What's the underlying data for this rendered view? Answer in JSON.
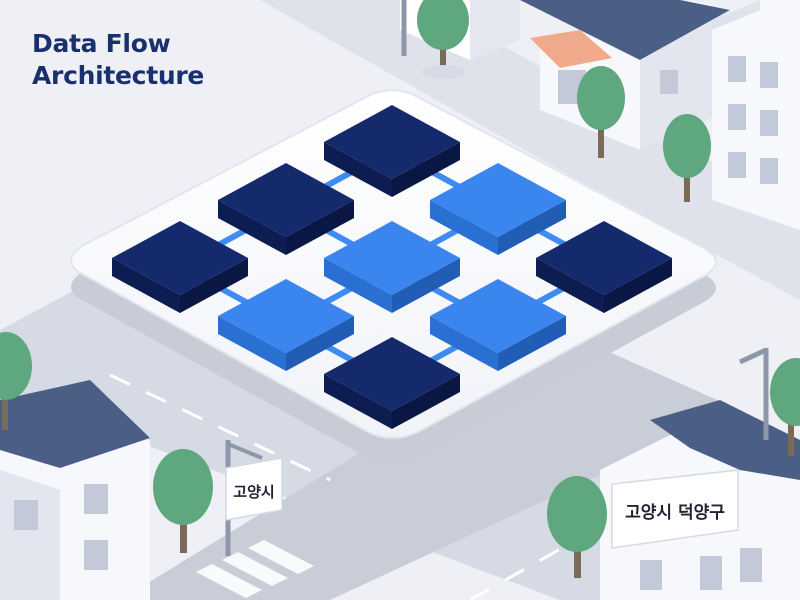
{
  "title": {
    "line1": "Data Flow",
    "line2": "Architecture"
  },
  "signs": {
    "left": "고양시",
    "right": "고양시 덕양구"
  },
  "diagram": {
    "nodes": [
      {
        "id": "n-0-0",
        "tone": "dark"
      },
      {
        "id": "n-0-1",
        "tone": "bright"
      },
      {
        "id": "n-0-2",
        "tone": "dark"
      },
      {
        "id": "n-1-0",
        "tone": "dark"
      },
      {
        "id": "n-1-1",
        "tone": "bright"
      },
      {
        "id": "n-1-2",
        "tone": "bright"
      },
      {
        "id": "n-2-0",
        "tone": "dark"
      },
      {
        "id": "n-2-1",
        "tone": "bright"
      },
      {
        "id": "n-2-2",
        "tone": "dark"
      }
    ],
    "links": [
      [
        "n-0-0",
        "n-0-1"
      ],
      [
        "n-0-1",
        "n-0-2"
      ],
      [
        "n-1-0",
        "n-1-1"
      ],
      [
        "n-1-1",
        "n-1-2"
      ],
      [
        "n-2-0",
        "n-2-1"
      ],
      [
        "n-2-1",
        "n-2-2"
      ],
      [
        "n-0-0",
        "n-1-0"
      ],
      [
        "n-1-0",
        "n-2-0"
      ],
      [
        "n-0-1",
        "n-1-1"
      ],
      [
        "n-1-1",
        "n-2-1"
      ],
      [
        "n-0-2",
        "n-1-2"
      ],
      [
        "n-1-2",
        "n-2-2"
      ]
    ]
  },
  "colors": {
    "background": "#eef0f6",
    "title": "#1a2f6e",
    "node_dark": "#152a6c",
    "node_bright": "#3a86ee",
    "link": "#3e8bf2",
    "roof": "#4a5e86",
    "tree": "#5fa77f",
    "awning": "#f0a98a"
  }
}
